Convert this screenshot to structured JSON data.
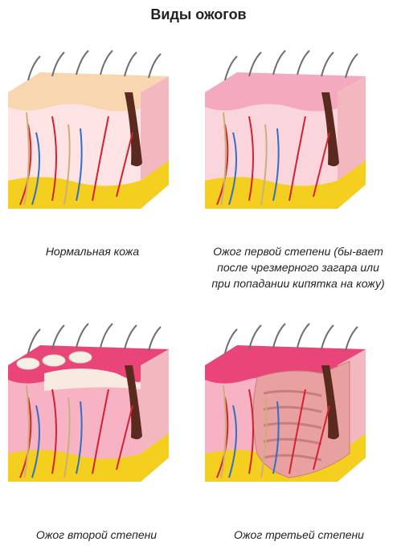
{
  "title": "Виды ожогов",
  "panels": [
    {
      "caption": "Нормальная кожа",
      "epidermis_color": "#f7d6b0",
      "dermis_color": "#fde3e3"
    },
    {
      "caption": "Ожог первой степени (бы-вает после чрезмерного загара или при попадании кипятка на кожу)",
      "epidermis_color": "#f5a9bf",
      "dermis_color": "#fbd5dc"
    },
    {
      "caption": "Ожог второй степени",
      "epidermis_color": "#e94579",
      "dermis_color": "#f7b2c4"
    },
    {
      "caption": "Ожог третьей степени",
      "epidermis_color": "#e94579",
      "dermis_color": "#f7b2c4"
    }
  ]
}
